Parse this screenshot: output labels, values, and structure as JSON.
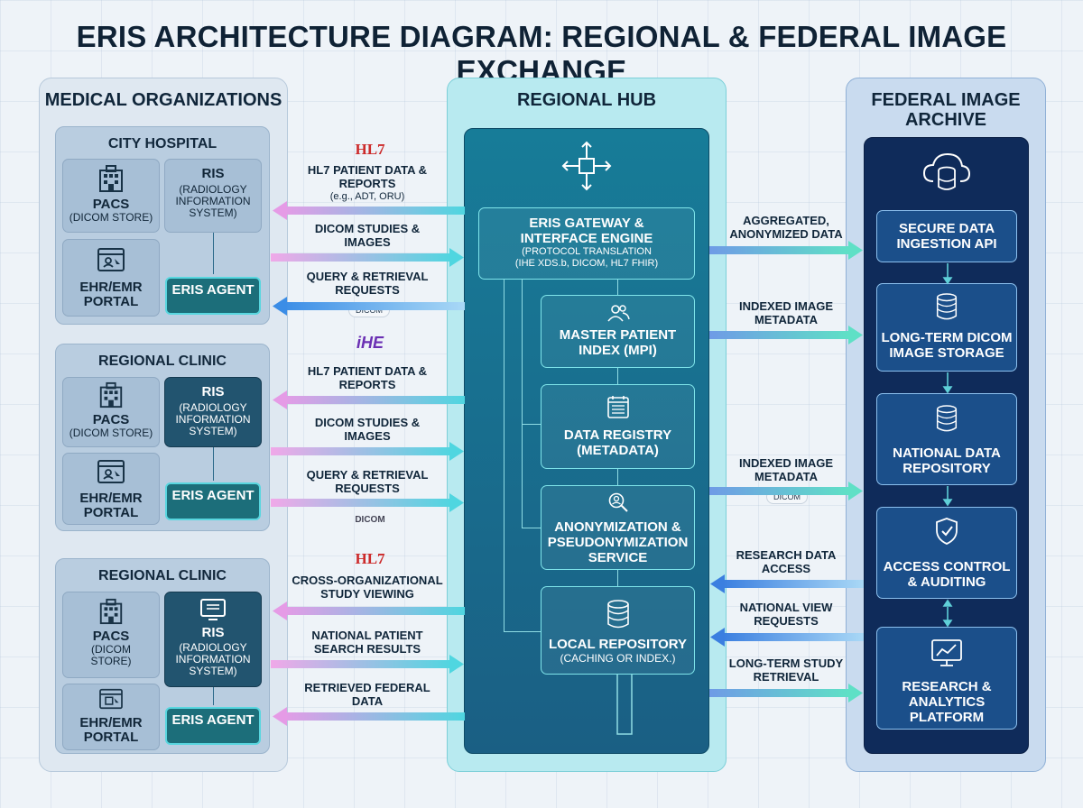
{
  "title": "ERIS ARCHITECTURE DIAGRAM: REGIONAL & FEDERAL IMAGE EXCHANGE",
  "left_panel": {
    "heading": "MEDICAL ORGANIZATIONS",
    "groups": [
      {
        "title": "CITY HOSPITAL",
        "pacs": "PACS",
        "pacs_sub": "(DICOM STORE)",
        "ris": "RIS",
        "ris_sub": "(RADIOLOGY INFORMATION SYSTEM)",
        "ehr": "EHR/EMR PORTAL",
        "agent": "ERIS AGENT"
      },
      {
        "title": "REGIONAL CLINIC",
        "pacs": "PACS",
        "pacs_sub": "(DICOM STORE)",
        "ris": "RIS",
        "ris_sub": "(RADIOLOGY INFORMATION SYSTEM)",
        "ehr": "EHR/EMR PORTAL",
        "agent": "ERIS AGENT"
      },
      {
        "title": "REGIONAL CLINIC",
        "pacs": "PACS",
        "pacs_sub": "(DICOM STORE)",
        "ris": "RIS",
        "ris_sub": "(RADIOLOGY INFORMATION SYSTEM)",
        "ehr": "EHR/EMR PORTAL",
        "agent": "ERIS AGENT"
      }
    ]
  },
  "hub": {
    "heading": "REGIONAL HUB",
    "gateway": {
      "title": "ERIS GATEWAY & INTERFACE ENGINE",
      "sub1": "(PROTOCOL TRANSLATION",
      "sub2": "(IHE XDS.b, DICOM, HL7 FHIR)"
    },
    "mpi": "MASTER PATIENT INDEX (MPI)",
    "registry": "DATA REGISTRY (METADATA)",
    "anon": "ANONYMIZATION & PSEUDONYMIZATION SERVICE",
    "local": "LOCAL REPOSITORY",
    "local_sub": "(CACHING OR INDEX.)"
  },
  "federal": {
    "heading": "FEDERAL IMAGE ARCHIVE",
    "boxes": [
      "SECURE DATA INGESTION API",
      "LONG-TERM DICOM IMAGE STORAGE",
      "NATIONAL DATA REPOSITORY",
      "ACCESS CONTROL & AUDITING",
      "RESEARCH & ANALYTICS PLATFORM"
    ]
  },
  "left_flows": [
    {
      "label": "HL7 PATIENT DATA & REPORTS",
      "sub": "(e.g., ADT, ORU)"
    },
    {
      "label": "DICOM STUDIES & IMAGES"
    },
    {
      "label": "QUERY & RETRIEVAL REQUESTS"
    },
    {
      "label": "HL7 PATIENT DATA & REPORTS"
    },
    {
      "label": "DICOM STUDIES & IMAGES"
    },
    {
      "label": "QUERY & RETRIEVAL REQUESTS"
    },
    {
      "label": "CROSS-ORGANIZATIONAL STUDY VIEWING"
    },
    {
      "label": "NATIONAL PATIENT SEARCH RESULTS"
    },
    {
      "label": "RETRIEVED FEDERAL DATA"
    }
  ],
  "right_flows": [
    {
      "label": "AGGREGATED, ANONYMIZED DATA"
    },
    {
      "label": "INDEXED IMAGE METADATA"
    },
    {
      "label": "INDEXED IMAGE METADATA"
    },
    {
      "label": "RESEARCH DATA ACCESS"
    },
    {
      "label": "NATIONAL VIEW REQUESTS"
    },
    {
      "label": "LONG-TERM STUDY RETRIEVAL"
    }
  ],
  "logos": {
    "hl7": "HL7",
    "ihe": "iHE",
    "dicom": "DICOM"
  },
  "colors": {
    "arrow_to_hub_start": "#f0a8e8",
    "arrow_to_hub_end": "#4fd6e0",
    "arrow_to_left": "#5aa0f0",
    "hub_core": "#177c98",
    "federal_core": "#0f2b5a"
  }
}
